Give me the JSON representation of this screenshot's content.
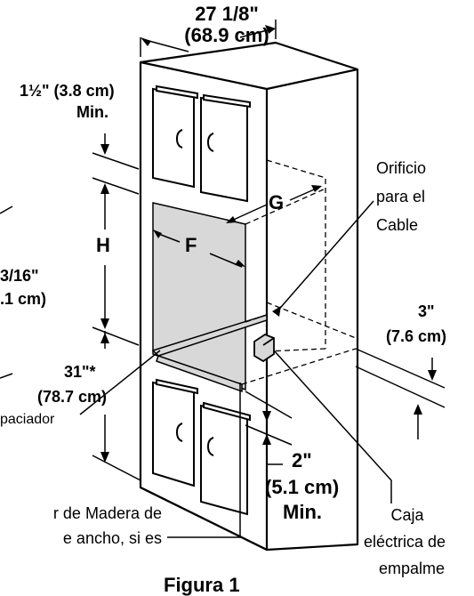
{
  "dimensions": {
    "width_in": "27 1/8\"",
    "width_cm": "(68.9 cm)",
    "top_gap_in": "1½\" (3.8 cm)",
    "top_gap_min": "Min.",
    "left_partial_in": "3/16\"",
    "left_partial_cm": ".1 cm)",
    "bottom_height_in": "31\"*",
    "bottom_height_cm": "(78.7 cm)",
    "side_in": "3\"",
    "side_cm": "(7.6 cm)",
    "front_in": "2\"",
    "front_cm": "(5.1 cm)",
    "front_min": "Min."
  },
  "letters": {
    "g": "G",
    "h": "H",
    "f": "F"
  },
  "callouts": {
    "cable_hole_line1": "Orificio",
    "cable_hole_line2": "para el",
    "cable_hole_line3": "Cable",
    "spacer_partial": "paciador",
    "wood_line1": "r de Madera de",
    "wood_line2": "e ancho, si es",
    "junction_line1": "Caja",
    "junction_line2": "eléctrica de",
    "junction_line3": "empalme"
  },
  "figure_caption_partial": "Figura 1"
}
